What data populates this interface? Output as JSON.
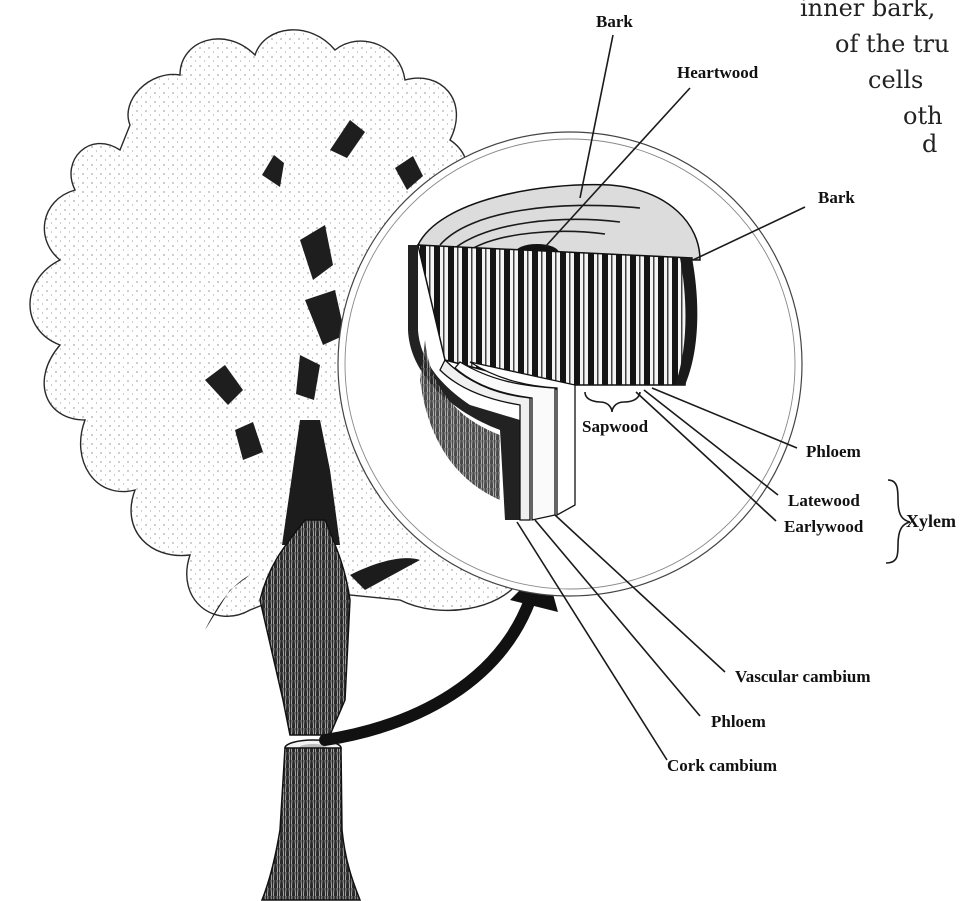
{
  "background_text": [
    "inner bark,",
    "of the tru",
    "cells",
    "oth",
    "d"
  ],
  "labels": {
    "bark_top": "Bark",
    "heartwood": "Heartwood",
    "bark_right": "Bark",
    "sapwood": "Sapwood",
    "phloem_upper": "Phloem",
    "latewood": "Latewood",
    "earlywood": "Earlywood",
    "xylem": "Xylem",
    "vascular_cambium": "Vascular cambium",
    "phloem_lower": "Phloem",
    "cork_cambium": "Cork cambium"
  }
}
